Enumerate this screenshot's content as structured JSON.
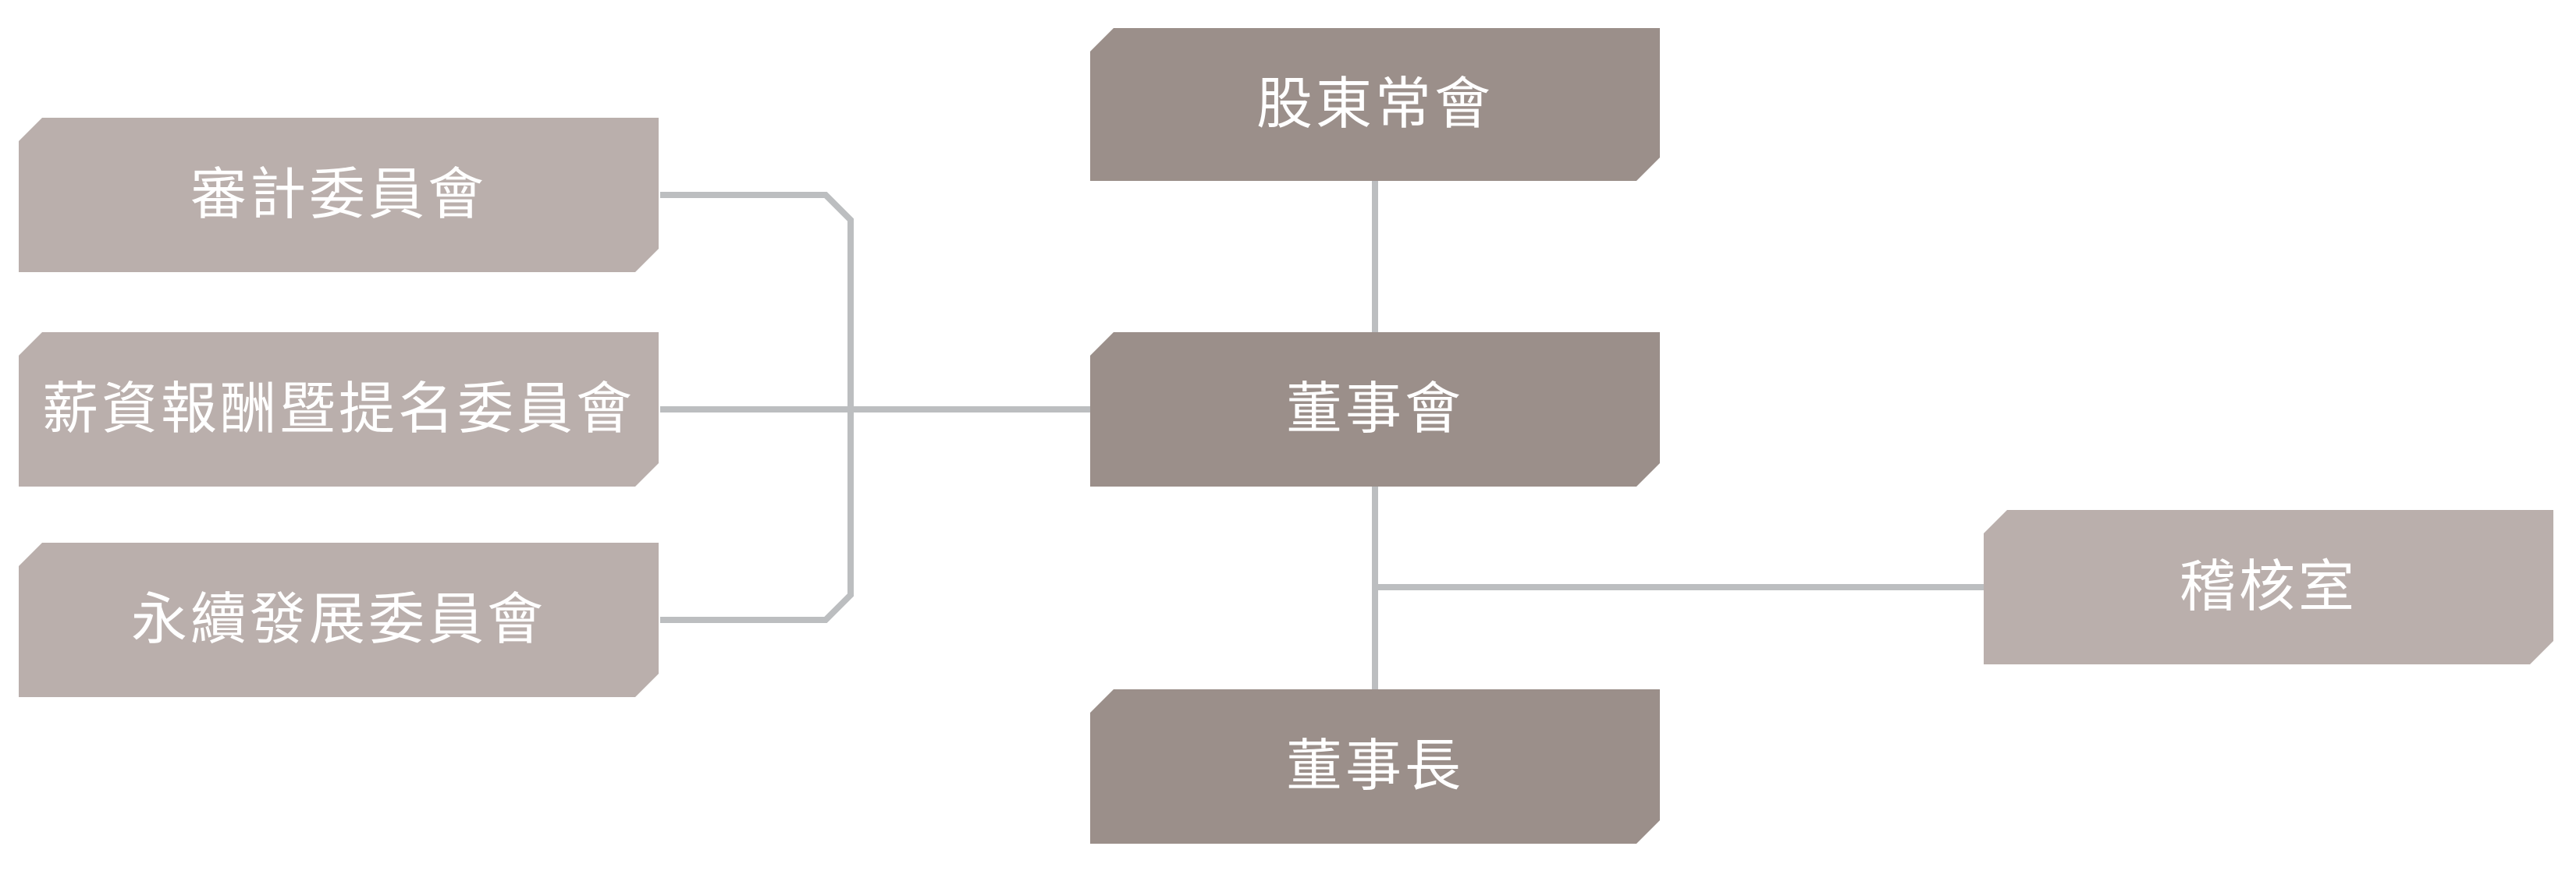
{
  "diagram": {
    "type": "organizational-chart",
    "language": "zh-TW",
    "background": "#ffffff",
    "colors": {
      "governance_node_fill": "#9B8F8A",
      "committee_node_fill": "#BAAFAC",
      "connector_line": "#BCBEC0",
      "node_text": "#ffffff"
    },
    "nodes": {
      "shareholders_meeting": {
        "label": "股東常會"
      },
      "board_of_directors": {
        "label": "董事會"
      },
      "chairman": {
        "label": "董事長"
      },
      "audit_committee": {
        "label": "審計委員會"
      },
      "compensation_nomination_committee": {
        "label": "薪資報酬暨提名委員會"
      },
      "sustainability_committee": {
        "label": "永續發展委員會"
      },
      "audit_office": {
        "label": "稽核室"
      }
    },
    "edges": [
      {
        "from": "shareholders_meeting",
        "to": "board_of_directors"
      },
      {
        "from": "board_of_directors",
        "to": "chairman"
      },
      {
        "from": "board_of_directors",
        "to": "audit_office"
      },
      {
        "from": "board_of_directors",
        "to": "audit_committee"
      },
      {
        "from": "board_of_directors",
        "to": "compensation_nomination_committee"
      },
      {
        "from": "board_of_directors",
        "to": "sustainability_committee"
      }
    ]
  }
}
